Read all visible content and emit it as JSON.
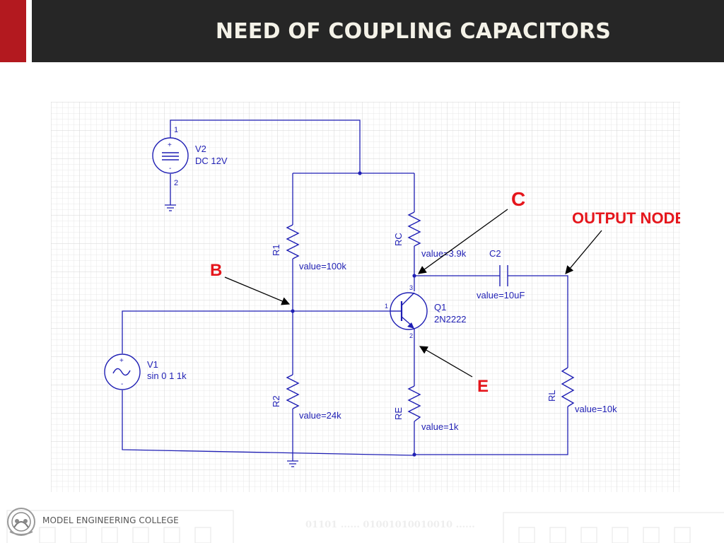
{
  "slide": {
    "title": "NEED OF COUPLING CAPACITORS",
    "colors": {
      "accent": "#b3191f",
      "header_bg": "#262626",
      "title_text": "#f4f2e8",
      "wire": "#1f1fb4",
      "annotation": "#e5161c"
    }
  },
  "circuit": {
    "v2": {
      "pin_top": "1",
      "pin_bottom": "2",
      "plus": "+",
      "minus": "-",
      "name": "V2",
      "value": "DC 12V"
    },
    "v1": {
      "plus": "+",
      "minus": "-",
      "name": "V1",
      "value": "sin 0 1 1k"
    },
    "r1": {
      "name": "R1",
      "value": "value=100k"
    },
    "r2": {
      "name": "R2",
      "value": "value=24k"
    },
    "rc": {
      "name": "RC",
      "value": "value=3.9k"
    },
    "re": {
      "name": "RE",
      "value": "value=1k"
    },
    "rl": {
      "name": "RL",
      "value": "value=10k"
    },
    "c2": {
      "name": "C2",
      "value": "value=10uF"
    },
    "q1": {
      "name": "Q1",
      "model": "2N2222",
      "pin_collector": "3",
      "pin_base": "1",
      "pin_emitter": "2"
    }
  },
  "annotations": {
    "b": "B",
    "c": "C",
    "e": "E",
    "output": "OUTPUT NODE"
  },
  "footer": {
    "college_name": "MODEL ENGINEERING COLLEGE",
    "binary_text": "01101 ...... 01001010010010 ......"
  }
}
